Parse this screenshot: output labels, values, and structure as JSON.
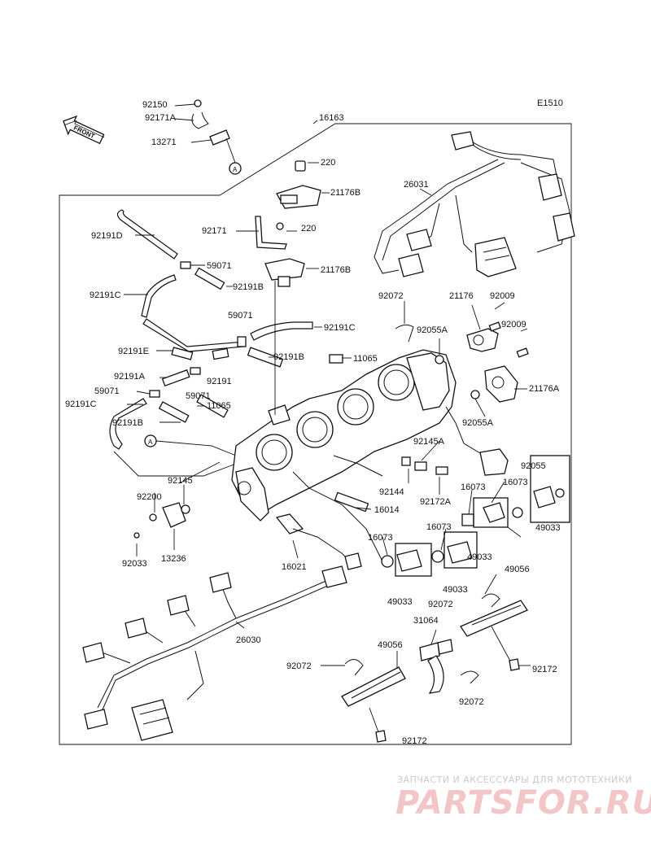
{
  "diagram_code": "E1510",
  "front_marker": "FRONT",
  "ref_mark": "A",
  "watermark": {
    "caption": "ЗАПЧАСТИ И АКСЕССУАРЫ ДЛЯ МОТОТЕХНИКИ",
    "brand": "PARTSFOR.RU"
  },
  "part_labels": [
    "92150",
    "92171A",
    "13271",
    "16163",
    "220",
    "21176B",
    "26031",
    "92191D",
    "92171",
    "220",
    "21176B",
    "59071",
    "92191C",
    "92191B",
    "59071",
    "92072",
    "21176",
    "92009",
    "92191C",
    "92055A",
    "92009",
    "92191E",
    "92191B",
    "11065",
    "92191A",
    "92191",
    "21176A",
    "59071",
    "59071",
    "92191C",
    "11065",
    "92055A",
    "92191B",
    "92145A",
    "92055",
    "92145",
    "92144",
    "92172A",
    "16073",
    "16073",
    "92200",
    "16014",
    "16073",
    "49033",
    "92033",
    "13236",
    "16073",
    "49033",
    "16021",
    "49033",
    "49056",
    "49033",
    "92072",
    "26030",
    "31064",
    "49056",
    "92072",
    "92172",
    "92072",
    "92172"
  ]
}
